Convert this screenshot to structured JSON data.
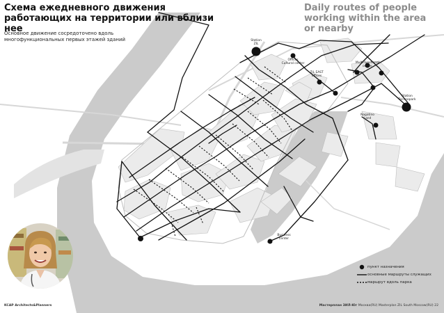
{
  "header": {
    "title_ru": "Схема ежедневного движения работающих на территории или вблизи нее",
    "subtitle_ru": "Основное движение сосредоточено вдоль многофункциональных первых этажей зданий",
    "title_en": "Daily routes of people working within the area or nearby"
  },
  "map_labels": {
    "station_zil": "Station\nZIL",
    "offices_cultural": "Offices\nCultural center",
    "multifunctional": "Multi-functional\ncenter",
    "zil_east": "ZIL EAST\noffices",
    "station_technopark": "Station\nTechnopark",
    "nagatino_land": "Nagatino\nLand",
    "business_center": "Business\ncenter"
  },
  "legend": {
    "destination": "пункт назначения",
    "main_routes": "основные маршруты служащих",
    "park_route": "маршрут вдоль парка"
  },
  "footer": {
    "left": "KCAP Architects&Planners",
    "right_bold": "Мастерплан ЗИЛ-Юг",
    "right_rest": " Москва(RU) Masterplan ZIL South Moscow(RU)  22"
  },
  "colors": {
    "river": "#cbcbcb",
    "block": "#ebebeb",
    "block_stroke": "#bdbdbd",
    "route": "#111111"
  },
  "icons": {
    "destination": "filled-circle",
    "portrait": "person-portrait"
  }
}
